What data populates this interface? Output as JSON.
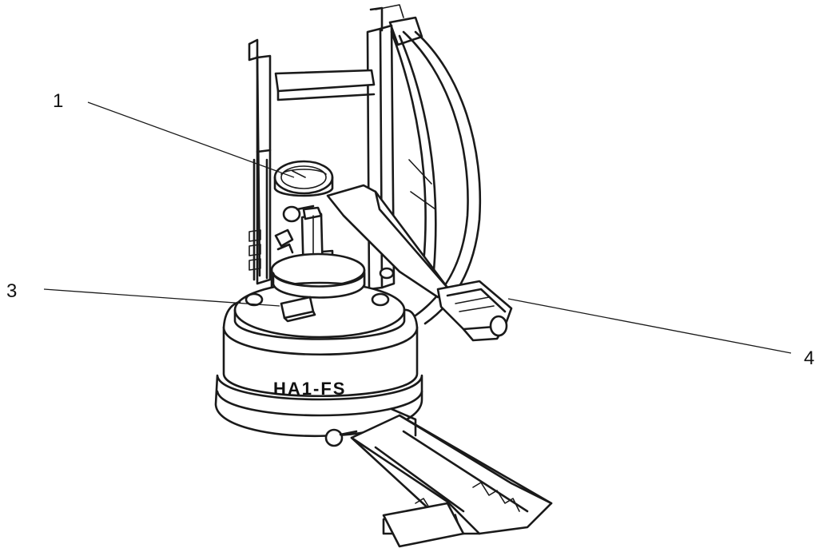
{
  "figure": {
    "model_label": "HA1-FS",
    "callouts": [
      {
        "id": "gauge",
        "label": "1"
      },
      {
        "id": "base-key",
        "label": "3"
      },
      {
        "id": "handle",
        "label": "4"
      }
    ]
  }
}
